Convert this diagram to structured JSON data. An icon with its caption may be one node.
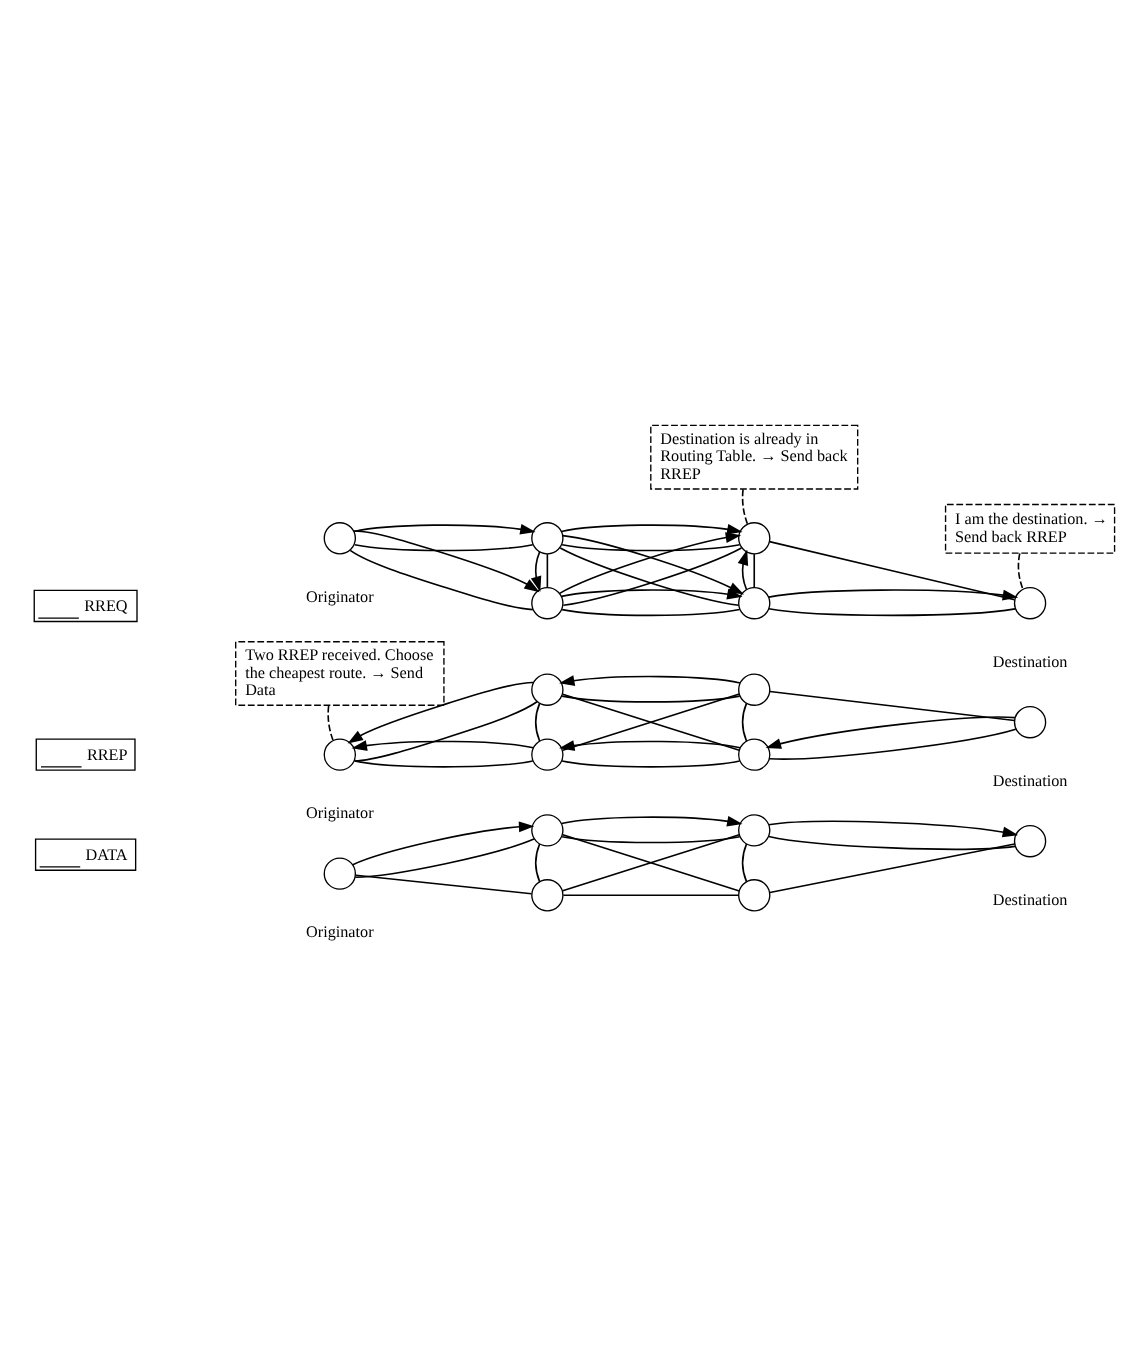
{
  "diagram": {
    "nodes": [
      {
        "text": [
          "Destination is already in Routing Table. → Send back RREP"
        ]
      },
      {
        "text": [
          "I am the destination. → Send back RREP"
        ]
      },
      {
        "text": [],
        "shape": "circle",
        "beside": [
          "Originator"
        ]
      },
      {
        "text": [],
        "shape": "circle"
      },
      {
        "text": [],
        "shape": "circle"
      },
      {
        "text": [],
        "shape": "circle"
      },
      {
        "text": [],
        "shape": "circle"
      },
      {
        "text": [],
        "shape": "circle",
        "beside": [
          "Destination"
        ]
      },
      {
        "text": [
          "Two RREP received. Choose the cheapest route. → Send Data"
        ]
      },
      {
        "text": [],
        "shape": "circle",
        "beside": [
          "Originator"
        ]
      },
      {
        "text": [],
        "shape": "circle"
      },
      {
        "text": [],
        "shape": "circle"
      },
      {
        "text": [],
        "shape": "circle"
      },
      {
        "text": [],
        "shape": "circle"
      },
      {
        "text": [],
        "shape": "circle",
        "beside": [
          "Destination"
        ]
      },
      {
        "text": [],
        "shape": "circle",
        "beside": [
          "Originator"
        ]
      },
      {
        "text": [],
        "shape": "circle"
      },
      {
        "text": [],
        "shape": "circle"
      },
      {
        "text": [],
        "shape": "circle"
      },
      {
        "text": [],
        "shape": "circle"
      },
      {
        "text": [],
        "shape": "circle",
        "beside": [
          "Destination"
        ]
      }
    ],
    "edges": [
      {
        "from": 2,
        "to": 3,
        "arrow": "none"
      },
      {
        "from": 2,
        "to": 3,
        "arrow": "to"
      },
      {
        "from": 2,
        "to": 4,
        "arrow": "none"
      },
      {
        "from": 2,
        "to": 4,
        "arrow": "to"
      },
      {
        "from": 3,
        "to": 4,
        "arrow": "none"
      },
      {
        "from": 3,
        "to": 4,
        "arrow": "to"
      },
      {
        "from": 3,
        "to": 5,
        "arrow": "none"
      },
      {
        "from": 3,
        "to": 5,
        "arrow": "to"
      },
      {
        "from": 3,
        "to": 6,
        "arrow": "none"
      },
      {
        "from": 3,
        "to": 6,
        "arrow": "to"
      },
      {
        "from": 4,
        "to": 5,
        "arrow": "none"
      },
      {
        "from": 4,
        "to": 5,
        "arrow": "to"
      },
      {
        "from": 4,
        "to": 6,
        "arrow": "none"
      },
      {
        "from": 4,
        "to": 6,
        "arrow": "to"
      },
      {
        "from": 6,
        "to": 5,
        "arrow": "none"
      },
      {
        "from": 6,
        "to": 5,
        "arrow": "to"
      },
      {
        "from": 5,
        "to": 7,
        "arrow": "none"
      },
      {
        "from": 6,
        "to": 7,
        "arrow": "none"
      },
      {
        "from": 6,
        "to": 7,
        "arrow": "to"
      },
      {
        "from": 0,
        "to": 5,
        "arrow": "none",
        "style": "dashed"
      },
      {
        "from": 1,
        "to": 7,
        "arrow": "none",
        "style": "dashed"
      },
      {
        "from": 10,
        "to": 9,
        "arrow": "none"
      },
      {
        "from": 10,
        "to": 9,
        "arrow": "to"
      },
      {
        "from": 11,
        "to": 9,
        "arrow": "none"
      },
      {
        "from": 11,
        "to": 9,
        "arrow": "to"
      },
      {
        "from": 10,
        "to": 11,
        "arrow": "none"
      },
      {
        "from": 12,
        "to": 10,
        "arrow": "none"
      },
      {
        "from": 12,
        "to": 10,
        "arrow": "to"
      },
      {
        "from": 10,
        "to": 13,
        "arrow": "none"
      },
      {
        "from": 11,
        "to": 12,
        "arrow": "none"
      },
      {
        "from": 13,
        "to": 11,
        "arrow": "none"
      },
      {
        "from": 13,
        "to": 11,
        "arrow": "to"
      },
      {
        "from": 12,
        "to": 13,
        "arrow": "none"
      },
      {
        "from": 12,
        "to": 14,
        "arrow": "none"
      },
      {
        "from": 14,
        "to": 13,
        "arrow": "none"
      },
      {
        "from": 14,
        "to": 13,
        "arrow": "to"
      },
      {
        "from": 8,
        "to": 9,
        "arrow": "none",
        "style": "dashed"
      },
      {
        "from": 15,
        "to": 16,
        "arrow": "none"
      },
      {
        "from": 15,
        "to": 16,
        "arrow": "to"
      },
      {
        "from": 15,
        "to": 17,
        "arrow": "none"
      },
      {
        "from": 16,
        "to": 17,
        "arrow": "none"
      },
      {
        "from": 16,
        "to": 18,
        "arrow": "none"
      },
      {
        "from": 16,
        "to": 18,
        "arrow": "to"
      },
      {
        "from": 16,
        "to": 19,
        "arrow": "none"
      },
      {
        "from": 17,
        "to": 18,
        "arrow": "none"
      },
      {
        "from": 17,
        "to": 19,
        "arrow": "none"
      },
      {
        "from": 18,
        "to": 19,
        "arrow": "none"
      },
      {
        "from": 18,
        "to": 20,
        "arrow": "none"
      },
      {
        "from": 18,
        "to": 20,
        "arrow": "to"
      },
      {
        "from": 19,
        "to": 20,
        "arrow": "none"
      }
    ],
    "legend": [
      {
        "text": "RREQ"
      },
      {
        "text": "RREP"
      },
      {
        "text": "DATA"
      }
    ]
  }
}
